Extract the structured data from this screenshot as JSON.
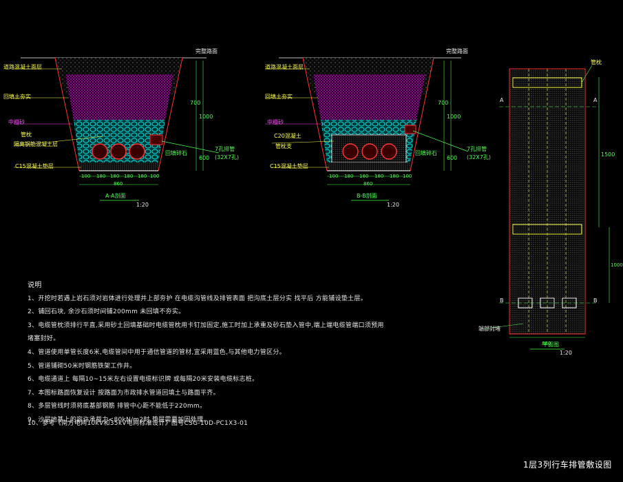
{
  "section_a": {
    "ground_label": "完整路面",
    "layers": [
      "道路混凝土面层",
      "回填土夯实",
      "中粗砂",
      "管枕",
      "隔离钢筋混凝土层",
      "C15混凝土垫层"
    ],
    "pipe_note": "7孔排管",
    "pipe_note2": "(32X7孔)",
    "right_label": "回填碎石",
    "dims_bottom": [
      "100",
      "180",
      "180",
      "180",
      "180",
      "100"
    ],
    "total_width": "860",
    "title": "A-A剖面",
    "scale": "1:20",
    "depth_labels": [
      "700",
      "1000",
      "600"
    ]
  },
  "section_b": {
    "ground_label": "完整路面",
    "layers": [
      "道路混凝土面层",
      "回填土夯实",
      "中粗砂",
      "C20混凝土",
      "管枕支",
      "C15混凝土垫层"
    ],
    "pipe_note": "7孔排管",
    "pipe_note2": "(32X7孔)",
    "right_label": "回填碎石",
    "dims_bottom": [
      "100",
      "180",
      "180",
      "180",
      "180",
      "100"
    ],
    "total_width": "860",
    "title": "B-B剖面",
    "scale": "1:20",
    "depth_labels": [
      "700",
      "1000",
      "600"
    ]
  },
  "plan": {
    "top_label": "管枕",
    "bottom_label": "端部封堵",
    "section_marks": [
      "A",
      "A",
      "B",
      "B"
    ],
    "dims": [
      "1500",
      "1000"
    ],
    "width": "860",
    "title": "平面图",
    "scale": "1:20"
  },
  "notes": {
    "title": "说明",
    "items": [
      "1、开挖时若遇上岩石须对岩体进行处理并上部夯护 在电缆沟管线及排管表面 把沟底土层分实 找平后 方能铺设垫土层。",
      "2、铺回石块, 余沙石须时间铺200mm 未回填不夯实。",
      "3、电缆管枕须排行平直,采用砂土回填基础时电缆管枕用卡钉加固定,施工时加上承重及砂石垫入管中,端上端电缆管端口须预用堵塞封好。",
      "4、管道使用单管长度6米,电缆管间中用于通信管道的管材,宜采用蓝色,与其他电力管区分。",
      "5、管道铺砌50米时钢筋铁架工作井。",
      "6、电缆通道上 每隔10~15米左右设置电缆标识牌 或每隔20米安装电缆标志桩。",
      "7、本图标路面恢复设计 按路面为市政排水管道回填土与路面平齐。",
      "8、多层管线时须将底基部钢筋 排管中心距不能低于220mm。",
      "9、沙层地基上的容许承载力<80kN/m2时,垫层需要加固处理。"
    ],
    "item10": "10、参考《南方电网10kV和35kV电网标准设计》图号CSG-10D-PC1X3-01"
  },
  "sheet_title": "1层3列行车排管敷设图",
  "colors": {
    "background": "#000000",
    "ground": "#c0c0c0",
    "road_layer": "#b0b0b0",
    "backfill": "#ff00ff",
    "sand": "#00ffff",
    "concrete": "#bfbfbf",
    "dimension": "#00ff00",
    "leader": "#ffff00",
    "outline": "#ff3030",
    "pipe": "#ffffff"
  }
}
